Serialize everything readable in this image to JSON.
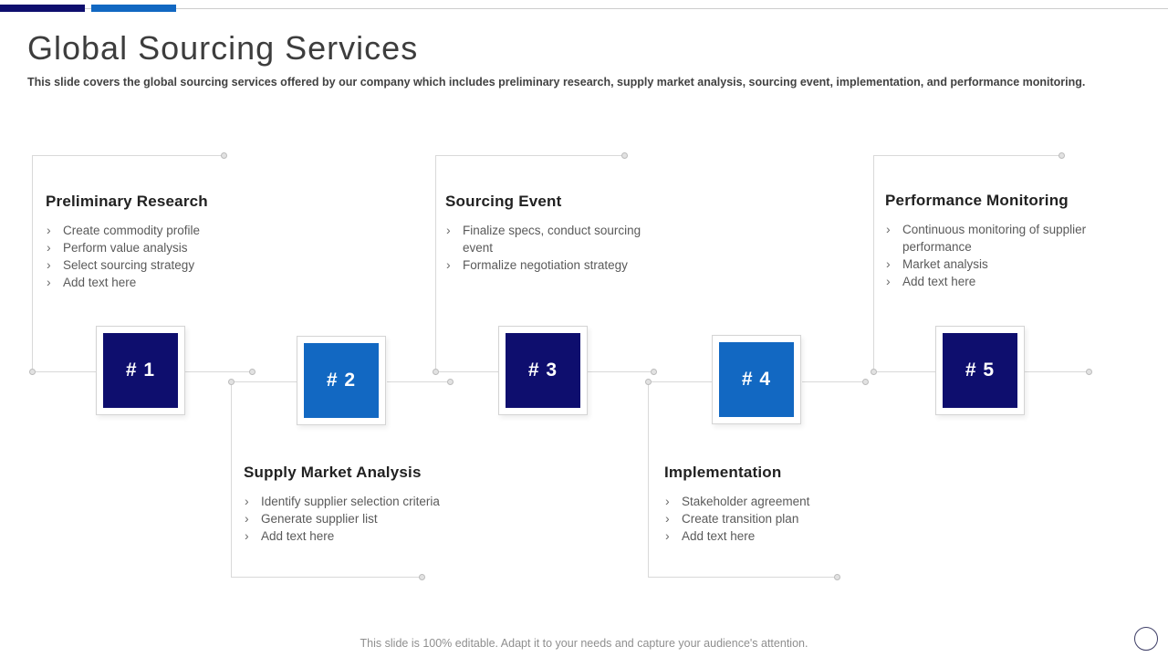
{
  "slide": {
    "title": "Global Sourcing Services",
    "subtitle": "This slide covers the global sourcing services offered by our company which includes preliminary research, supply market analysis, sourcing event, implementation, and performance monitoring.",
    "footer": "This slide is 100% editable. Adapt it to your needs and capture your audience's attention.",
    "bullet_marker": "›"
  },
  "colors": {
    "navy": "#0E0E6E",
    "blue": "#1268C2",
    "connector_line": "#D9D9D9",
    "heading_text": "#212121",
    "body_text": "#5A5A5A"
  },
  "steps": [
    {
      "number": "# 1",
      "title": "Preliminary Research",
      "color": "navy",
      "row": "top",
      "bullets": [
        "Create commodity profile",
        "Perform value analysis",
        "Select sourcing strategy",
        "Add text here"
      ]
    },
    {
      "number": "# 2",
      "title": "Supply Market Analysis",
      "color": "blue",
      "row": "bottom",
      "bullets": [
        "Identify supplier selection criteria",
        "Generate supplier list",
        "Add text here"
      ]
    },
    {
      "number": "# 3",
      "title": "Sourcing Event",
      "color": "navy",
      "row": "top",
      "bullets": [
        "Finalize specs, conduct sourcing event",
        "Formalize negotiation strategy"
      ]
    },
    {
      "number": "# 4",
      "title": "Implementation",
      "color": "blue",
      "row": "bottom",
      "bullets": [
        "Stakeholder agreement",
        "Create transition plan",
        "Add text here"
      ]
    },
    {
      "number": "# 5",
      "title": "Performance Monitoring",
      "color": "navy",
      "row": "top",
      "bullets": [
        "Continuous monitoring of supplier performance",
        "Market analysis",
        "Add text here"
      ]
    }
  ]
}
